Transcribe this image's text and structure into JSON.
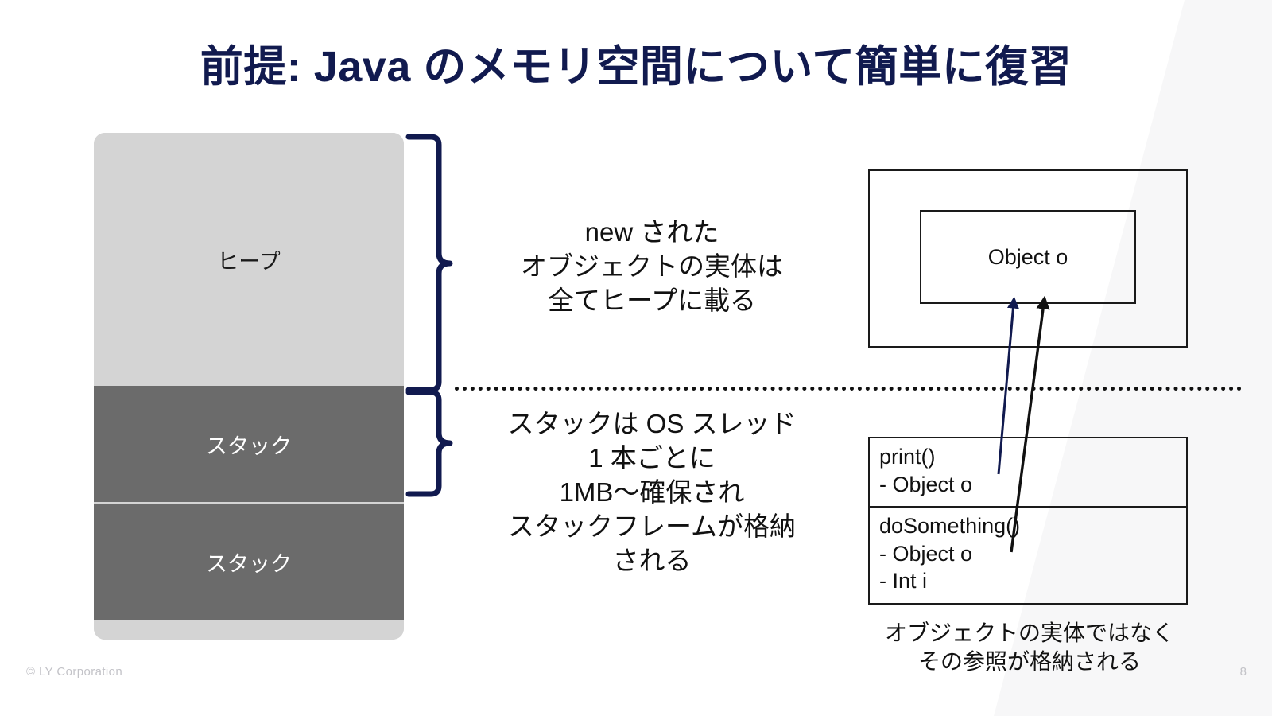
{
  "slide": {
    "title": "前提: Java のメモリ空間について簡単に復習",
    "title_color": "#111a4f",
    "background": "#ffffff"
  },
  "memory_column": {
    "segments": [
      {
        "label": "ヒープ",
        "fill": "#d4d4d4",
        "text_color": "#1a1a1a"
      },
      {
        "label": "スタック",
        "fill": "#6b6b6b",
        "text_color": "#ffffff"
      },
      {
        "label": "スタック",
        "fill": "#6b6b6b",
        "text_color": "#ffffff"
      },
      {
        "label": "",
        "fill": "#d4d4d4",
        "text_color": "#1a1a1a"
      }
    ]
  },
  "annotations": {
    "heap": "new された\nオブジェクトの実体は\n全てヒープに載る",
    "stack": "スタックは OS スレッド\n1 本ごとに\n1MB〜確保され\nスタックフレームが格納\nされる"
  },
  "heap_diagram": {
    "object_label": "Object o"
  },
  "stack_frames": {
    "frames": [
      {
        "name": "print()",
        "body": "print()\n- Object o"
      },
      {
        "name": "doSomething()",
        "body": "doSomething()\n-  Object o\n-  Int i"
      }
    ],
    "caption": "オブジェクトの実体ではなく\nその参照が格納される"
  },
  "arrows": [
    {
      "from": "print-object-o",
      "to": "Object o",
      "color": "#111a4f"
    },
    {
      "from": "dosomething-object-o",
      "to": "Object o",
      "color": "#111111"
    }
  ],
  "braces": {
    "color": "#111a4f",
    "heap_brace": "heap-brace",
    "stack_brace": "stack-brace"
  },
  "divider": {
    "style": "dotted",
    "color": "#111111"
  },
  "footer": {
    "copyright": "© LY Corporation",
    "page_number": "8",
    "color": "#c3c3c8"
  }
}
